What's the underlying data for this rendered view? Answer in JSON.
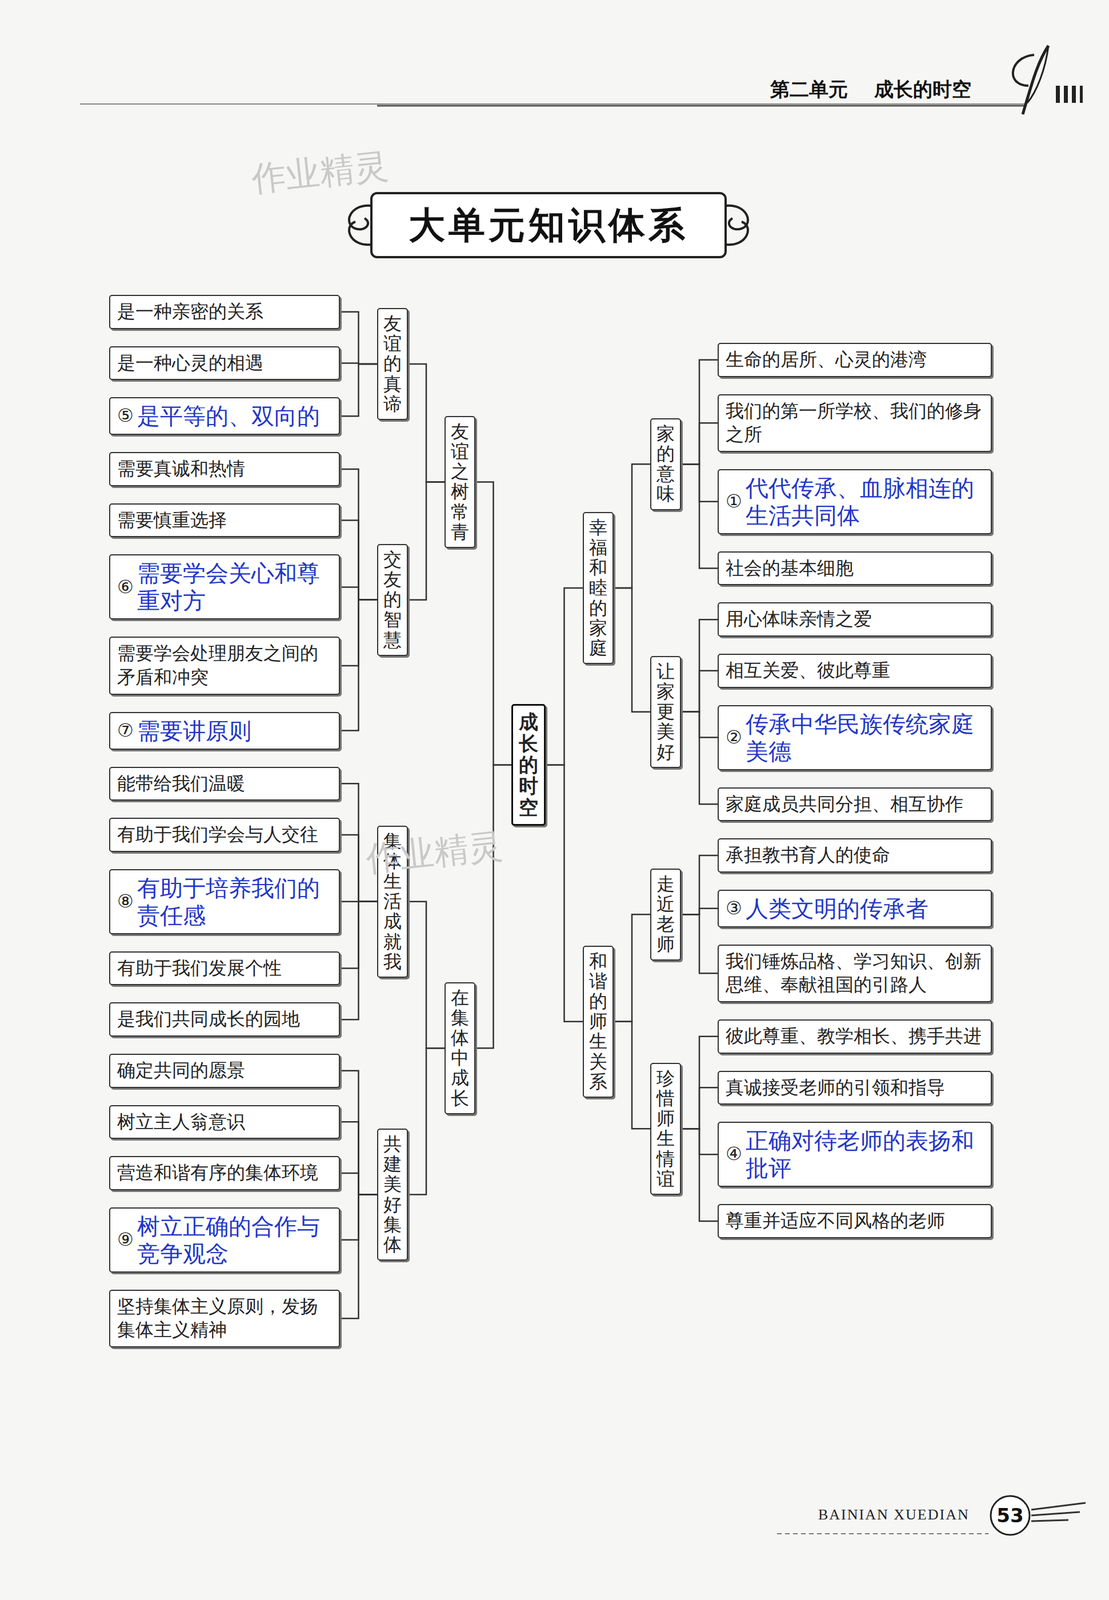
{
  "diagram": {
    "title": "大单元知识体系",
    "nodes": [
      {
        "text": [
          "成长的时空"
        ]
      },
      {
        "text": [
          "友谊之树常青"
        ]
      },
      {
        "text": [
          "友谊的真谛"
        ]
      },
      {
        "text": [
          "是一种亲密的关系"
        ]
      },
      {
        "text": [
          "是一种心灵的相遇"
        ]
      },
      {
        "text": [
          "⑤",
          "是平等的、双向的"
        ]
      },
      {
        "text": [
          "交友的智慧"
        ]
      },
      {
        "text": [
          "需要真诚和热情"
        ]
      },
      {
        "text": [
          "需要慎重选择"
        ]
      },
      {
        "text": [
          "⑥",
          "需要学会关心和尊重对方"
        ]
      },
      {
        "text": [
          "需要学会处理朋友之间的矛盾和冲突"
        ]
      },
      {
        "text": [
          "⑦",
          "需要讲原则"
        ]
      },
      {
        "text": [
          "在集体中成长"
        ]
      },
      {
        "text": [
          "集体生活成就我"
        ]
      },
      {
        "text": [
          "能带给我们温暖"
        ]
      },
      {
        "text": [
          "有助于我们学会与人交往"
        ]
      },
      {
        "text": [
          "⑧",
          "有助于培养我们的责任感"
        ]
      },
      {
        "text": [
          "有助于我们发展个性"
        ]
      },
      {
        "text": [
          "是我们共同成长的园地"
        ]
      },
      {
        "text": [
          "共建美好集体"
        ]
      },
      {
        "text": [
          "确定共同的愿景"
        ]
      },
      {
        "text": [
          "树立主人翁意识"
        ]
      },
      {
        "text": [
          "营造和谐有序的集体环境"
        ]
      },
      {
        "text": [
          "⑨",
          "树立正确的合作与竞争观念"
        ]
      },
      {
        "text": [
          "坚持集体主义原则，发扬集体主义精神"
        ]
      },
      {
        "text": [
          "幸福和睦的家庭"
        ]
      },
      {
        "text": [
          "家的意味"
        ]
      },
      {
        "text": [
          "生命的居所、心灵的港湾"
        ]
      },
      {
        "text": [
          "我们的第一所学校、我们的修身之所"
        ]
      },
      {
        "text": [
          "①",
          "代代传承、血脉相连的生活共同体"
        ]
      },
      {
        "text": [
          "社会的基本细胞"
        ]
      },
      {
        "text": [
          "让家更美好"
        ]
      },
      {
        "text": [
          "用心体味亲情之爱"
        ]
      },
      {
        "text": [
          "相互关爱、彼此尊重"
        ]
      },
      {
        "text": [
          "②",
          "传承中华民族传统家庭美德"
        ]
      },
      {
        "text": [
          "家庭成员共同分担、相互协作"
        ]
      },
      {
        "text": [
          "和谐的师生关系"
        ]
      },
      {
        "text": [
          "走近老师"
        ]
      },
      {
        "text": [
          "承担教书育人的使命"
        ]
      },
      {
        "text": [
          "③",
          "人类文明的传承者"
        ]
      },
      {
        "text": [
          "我们锤炼品格、学习知识、创新思维、奉献祖国的引路人"
        ]
      },
      {
        "text": [
          "珍惜师生情谊"
        ]
      },
      {
        "text": [
          "彼此尊重、教学相长、携手共进"
        ]
      },
      {
        "text": [
          "真诚接受老师的引领和指导"
        ]
      },
      {
        "text": [
          "④",
          "正确对待老师的表扬和批评"
        ]
      },
      {
        "text": [
          "尊重并适应不同风格的老师"
        ]
      }
    ],
    "edges": [
      {
        "from": 0,
        "to": 1,
        "arrow": "none"
      },
      {
        "from": 0,
        "to": 12,
        "arrow": "none"
      },
      {
        "from": 0,
        "to": 25,
        "arrow": "none"
      },
      {
        "from": 0,
        "to": 36,
        "arrow": "none"
      },
      {
        "from": 1,
        "to": 2,
        "arrow": "none"
      },
      {
        "from": 1,
        "to": 6,
        "arrow": "none"
      },
      {
        "from": 2,
        "to": 3,
        "arrow": "none"
      },
      {
        "from": 2,
        "to": 4,
        "arrow": "none"
      },
      {
        "from": 2,
        "to": 5,
        "arrow": "none"
      },
      {
        "from": 6,
        "to": 7,
        "arrow": "none"
      },
      {
        "from": 6,
        "to": 8,
        "arrow": "none"
      },
      {
        "from": 6,
        "to": 9,
        "arrow": "none"
      },
      {
        "from": 6,
        "to": 10,
        "arrow": "none"
      },
      {
        "from": 6,
        "to": 11,
        "arrow": "none"
      },
      {
        "from": 12,
        "to": 13,
        "arrow": "none"
      },
      {
        "from": 12,
        "to": 19,
        "arrow": "none"
      },
      {
        "from": 13,
        "to": 14,
        "arrow": "none"
      },
      {
        "from": 13,
        "to": 15,
        "arrow": "none"
      },
      {
        "from": 13,
        "to": 16,
        "arrow": "none"
      },
      {
        "from": 13,
        "to": 17,
        "arrow": "none"
      },
      {
        "from": 13,
        "to": 18,
        "arrow": "none"
      },
      {
        "from": 19,
        "to": 20,
        "arrow": "none"
      },
      {
        "from": 19,
        "to": 21,
        "arrow": "none"
      },
      {
        "from": 19,
        "to": 22,
        "arrow": "none"
      },
      {
        "from": 19,
        "to": 23,
        "arrow": "none"
      },
      {
        "from": 19,
        "to": 24,
        "arrow": "none"
      },
      {
        "from": 25,
        "to": 26,
        "arrow": "none"
      },
      {
        "from": 25,
        "to": 31,
        "arrow": "none"
      },
      {
        "from": 26,
        "to": 27,
        "arrow": "none"
      },
      {
        "from": 26,
        "to": 28,
        "arrow": "none"
      },
      {
        "from": 26,
        "to": 29,
        "arrow": "none"
      },
      {
        "from": 26,
        "to": 30,
        "arrow": "none"
      },
      {
        "from": 31,
        "to": 32,
        "arrow": "none"
      },
      {
        "from": 31,
        "to": 33,
        "arrow": "none"
      },
      {
        "from": 31,
        "to": 34,
        "arrow": "none"
      },
      {
        "from": 31,
        "to": 35,
        "arrow": "none"
      },
      {
        "from": 36,
        "to": 37,
        "arrow": "none"
      },
      {
        "from": 36,
        "to": 41,
        "arrow": "none"
      },
      {
        "from": 37,
        "to": 38,
        "arrow": "none"
      },
      {
        "from": 37,
        "to": 39,
        "arrow": "none"
      },
      {
        "from": 37,
        "to": 40,
        "arrow": "none"
      },
      {
        "from": 41,
        "to": 42,
        "arrow": "none"
      },
      {
        "from": 41,
        "to": 43,
        "arrow": "none"
      },
      {
        "from": 41,
        "to": 44,
        "arrow": "none"
      },
      {
        "from": 41,
        "to": 45,
        "arrow": "none"
      }
    ],
    "labels": [
      "第二单元",
      "成长的时空",
      "作业精灵",
      "作业精灵",
      "53",
      "BAINIAN XUEDIAN"
    ]
  }
}
